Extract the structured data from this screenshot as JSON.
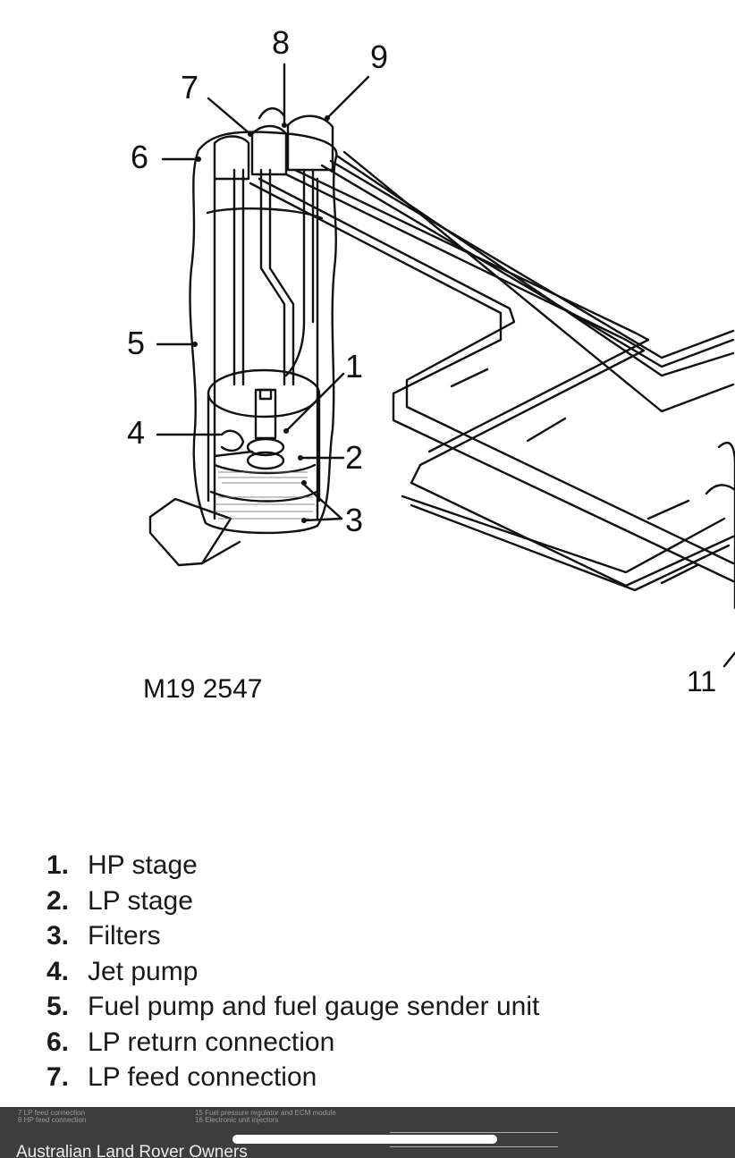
{
  "diagram": {
    "callouts": [
      "1",
      "2",
      "3",
      "4",
      "5",
      "6",
      "7",
      "8",
      "9",
      "11"
    ],
    "figure_ref": "M19 2547"
  },
  "legend": [
    {
      "num": "1.",
      "label": "HP stage"
    },
    {
      "num": "2.",
      "label": "LP stage"
    },
    {
      "num": "3.",
      "label": "Filters"
    },
    {
      "num": "4.",
      "label": "Jet pump"
    },
    {
      "num": "5.",
      "label": "Fuel pump and fuel gauge sender unit"
    },
    {
      "num": "6.",
      "label": "LP return connection"
    },
    {
      "num": "7.",
      "label": "LP feed connection"
    }
  ],
  "bottom_bar": {
    "faint_left_1": "7  LP feed connection",
    "faint_left_2": "8  HP feed connection",
    "faint_right_1": "15  Fuel pressure regulator and ECM module",
    "faint_right_2": "16  Electronic unit injectors",
    "footer_text": "Australian Land Rover Owners"
  },
  "colors": {
    "line": "#111111",
    "bar": "#3d3d3d"
  }
}
